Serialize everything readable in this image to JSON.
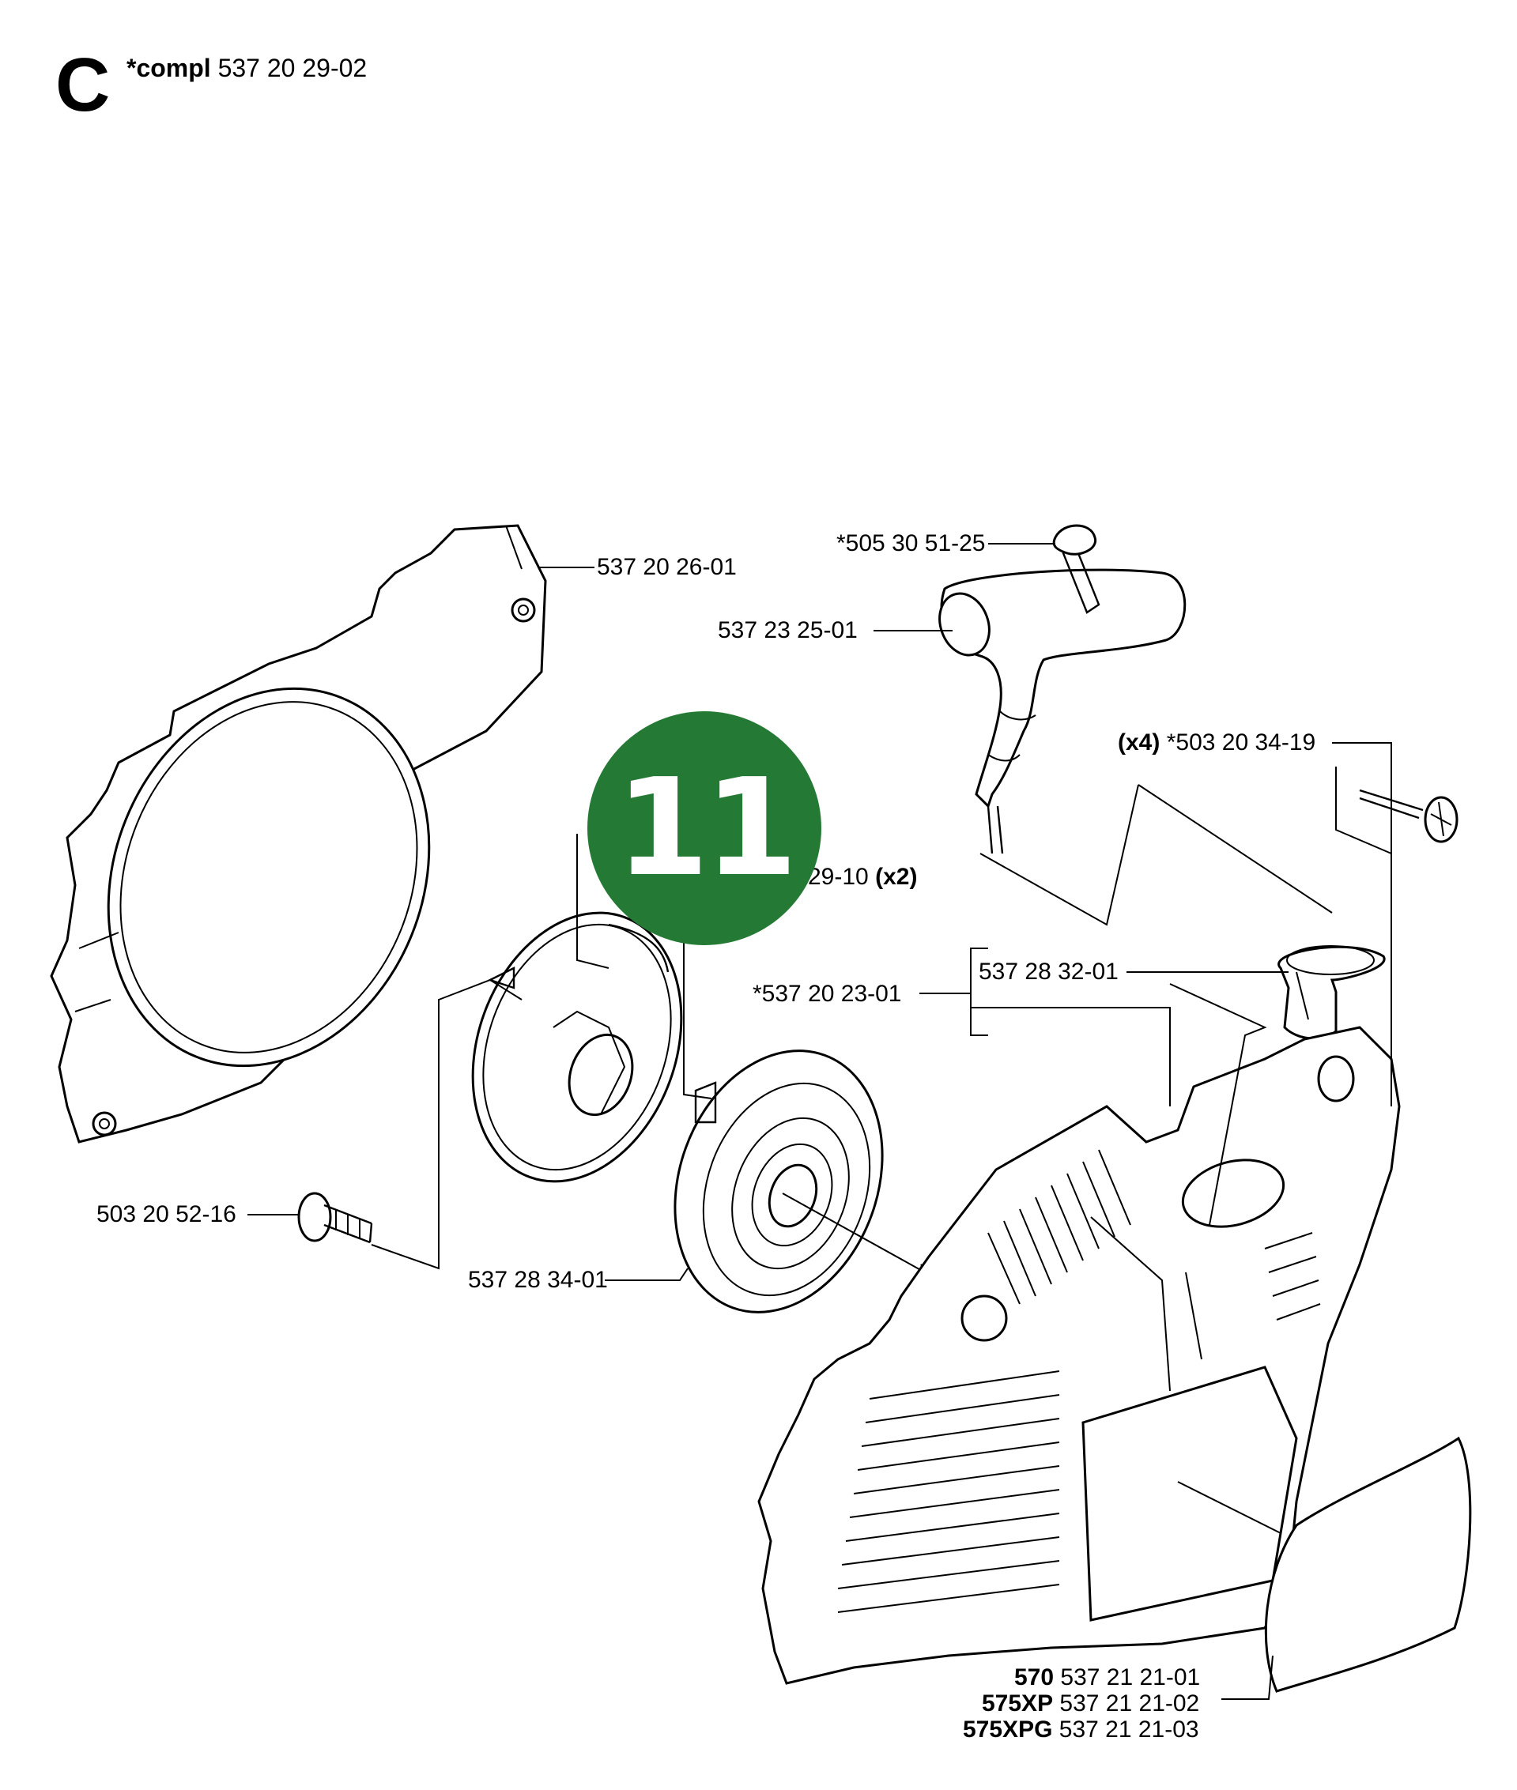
{
  "header": {
    "section_letter": "C",
    "compl_prefix": "*compl",
    "compl_number": "537 20 29-02"
  },
  "badge": {
    "number": "11",
    "color": "#247a34"
  },
  "parts": {
    "cover_plate": "537 20 26-01",
    "handle_screw": "*505 30 51-25",
    "starter_handle": "537 23 25-01",
    "screw_x4_qty": "(x4)",
    "screw_x4_number": "*503 20 34-19",
    "partial_number": "29-10",
    "partial_qty": "(x2)",
    "rope_guide": "537 28 32-01",
    "starter_assembly": "*537 20 23-01",
    "bolt": "503 20 52-16",
    "spring_cassette": "537 28 34-01",
    "models": [
      {
        "model": "570",
        "number": "537 21 21-01"
      },
      {
        "model": "575XP",
        "number": "537 21 21-02"
      },
      {
        "model": "575XPG",
        "number": "537 21 21-03"
      }
    ]
  }
}
